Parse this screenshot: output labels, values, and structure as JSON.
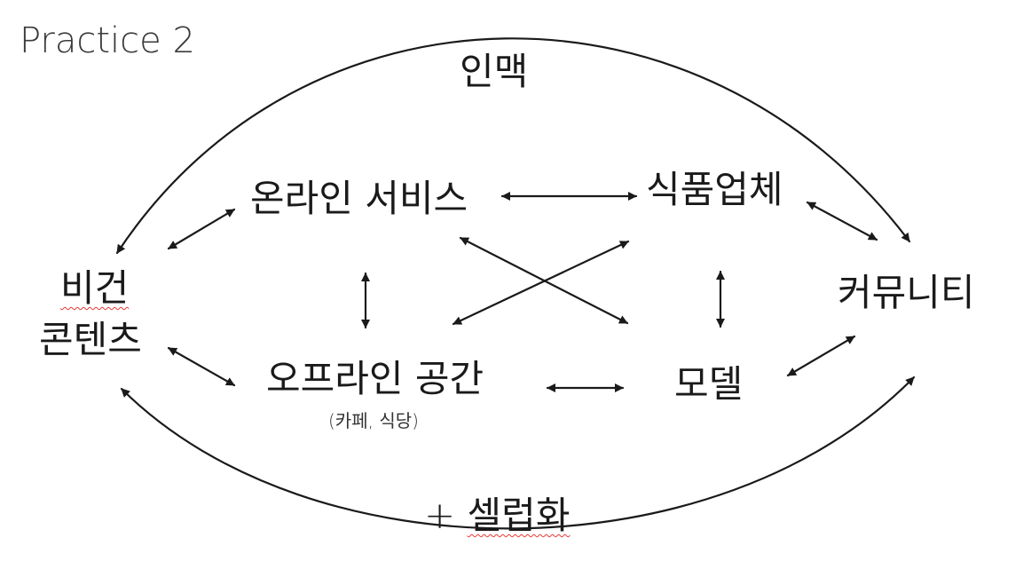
{
  "title": "Practice 2",
  "nodes": {
    "vision_line1": "비건",
    "vision_line2": "콘텐츠",
    "online": "온라인 서비스",
    "offline": "오프라인 공간",
    "offline_sub": "(카페, 식당)",
    "food": "식품업체",
    "model": "모델",
    "community": "커뮤니티"
  },
  "edge_labels": {
    "network": "인맥",
    "celeb_prefix": "+ ",
    "celeb": "셀럽화"
  },
  "colors": {
    "stroke": "#1a1a1a",
    "spellcheck": "#e53935"
  }
}
